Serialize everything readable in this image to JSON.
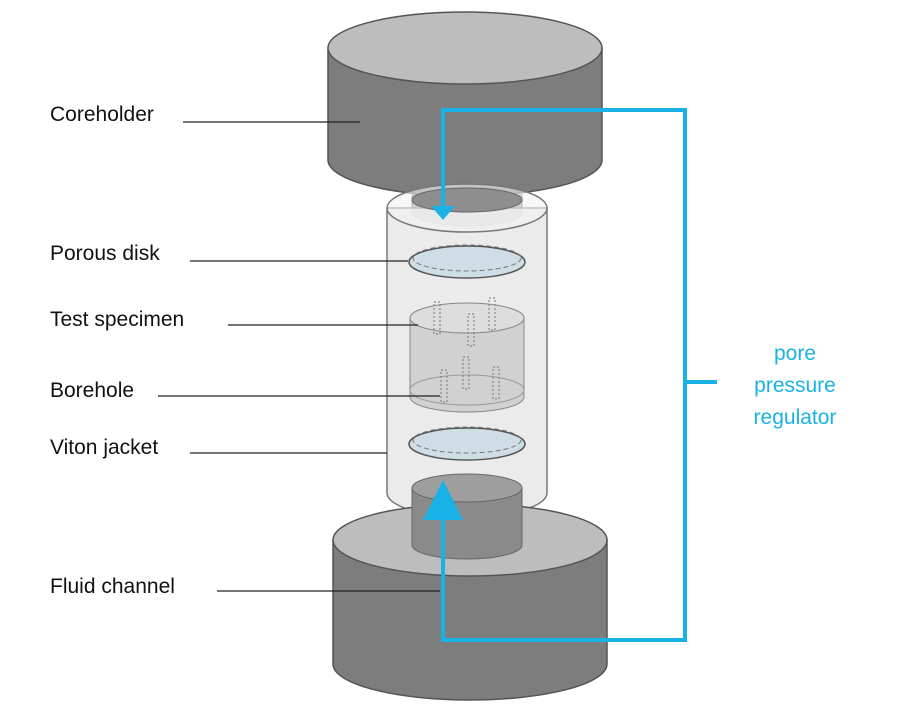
{
  "labels": {
    "coreholder": "Coreholder",
    "porous_disk": "Porous disk",
    "test_specimen": "Test specimen",
    "borehole": "Borehole",
    "viton_jacket": "Viton jacket",
    "fluid_channel": "Fluid channel"
  },
  "regulator": {
    "line1": "pore",
    "line2": "pressure",
    "line3": "regulator"
  },
  "colors": {
    "flow_line": "#1ab2e6",
    "label_text": "#111111",
    "holder_side": "#7d7d7d",
    "holder_top": "#bdbdbd",
    "jacket_fill": "#e8e8e8",
    "disk_fill": "#cfdde6"
  }
}
